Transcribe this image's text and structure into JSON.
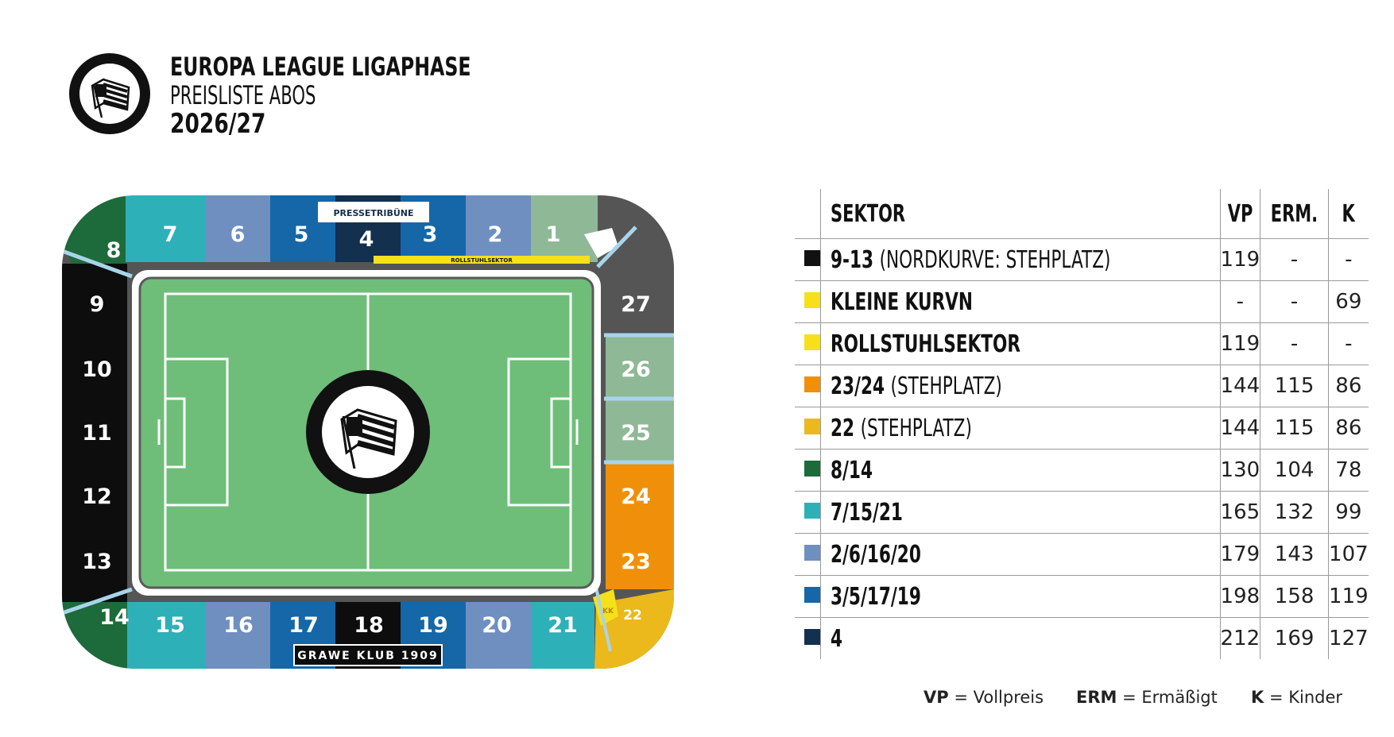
{
  "header": {
    "club_logo_icon": "sk-sturm-graz-crest",
    "title": "EUROPA LEAGUE LIGAPHASE",
    "subtitle": "PREISLISTE ABOS",
    "season": "2026/27"
  },
  "stadium": {
    "press_label": "PRESSETRIBÜNE",
    "wheelchair_label": "ROLLSTUHLSEKTOR",
    "club_label": "GRAWE KLUB 1909",
    "kk_label": "KK",
    "sectors": [
      "1",
      "2",
      "3",
      "4",
      "5",
      "6",
      "7",
      "8",
      "9",
      "10",
      "11",
      "12",
      "13",
      "14",
      "15",
      "16",
      "17",
      "18",
      "19",
      "20",
      "21",
      "22",
      "23",
      "24",
      "25",
      "26",
      "27"
    ]
  },
  "table": {
    "headers": {
      "sektor": "SEKTOR",
      "vp": "VP",
      "erm": "ERM.",
      "k": "K"
    },
    "rows": [
      {
        "color": "#111111",
        "label": "9-13",
        "note": "(NORDKURVE: STEHPLATZ)",
        "vp": "119",
        "erm": "-",
        "k": "-"
      },
      {
        "color": "#f5e01a",
        "label": "KLEINE KURVN",
        "note": "",
        "vp": "-",
        "erm": "-",
        "k": "69"
      },
      {
        "color": "#f5e01a",
        "label": "ROLLSTUHLSEKTOR",
        "note": "",
        "vp": "119",
        "erm": "-",
        "k": "-"
      },
      {
        "color": "#f0900a",
        "label": "23/24",
        "note": "(STEHPLATZ)",
        "vp": "144",
        "erm": "115",
        "k": "86"
      },
      {
        "color": "#ebb91c",
        "label": "22",
        "note": "(STEHPLATZ)",
        "vp": "144",
        "erm": "115",
        "k": "86"
      },
      {
        "color": "#1d6b3a",
        "label": "8/14",
        "note": "",
        "vp": "130",
        "erm": "104",
        "k": "78"
      },
      {
        "color": "#2eb0b8",
        "label": "7/15/21",
        "note": "",
        "vp": "165",
        "erm": "132",
        "k": "99"
      },
      {
        "color": "#6f8fc0",
        "label": "2/6/16/20",
        "note": "",
        "vp": "179",
        "erm": "143",
        "k": "107"
      },
      {
        "color": "#1567a8",
        "label": "3/5/17/19",
        "note": "",
        "vp": "198",
        "erm": "158",
        "k": "119"
      },
      {
        "color": "#13304f",
        "label": "4",
        "note": "",
        "vp": "212",
        "erm": "169",
        "k": "127"
      }
    ]
  },
  "legend": [
    {
      "abbr": "VP",
      "text": "= Vollpreis"
    },
    {
      "abbr": "ERM",
      "text": "= Ermäßigt"
    },
    {
      "abbr": "K",
      "text": "= Kinder"
    }
  ]
}
